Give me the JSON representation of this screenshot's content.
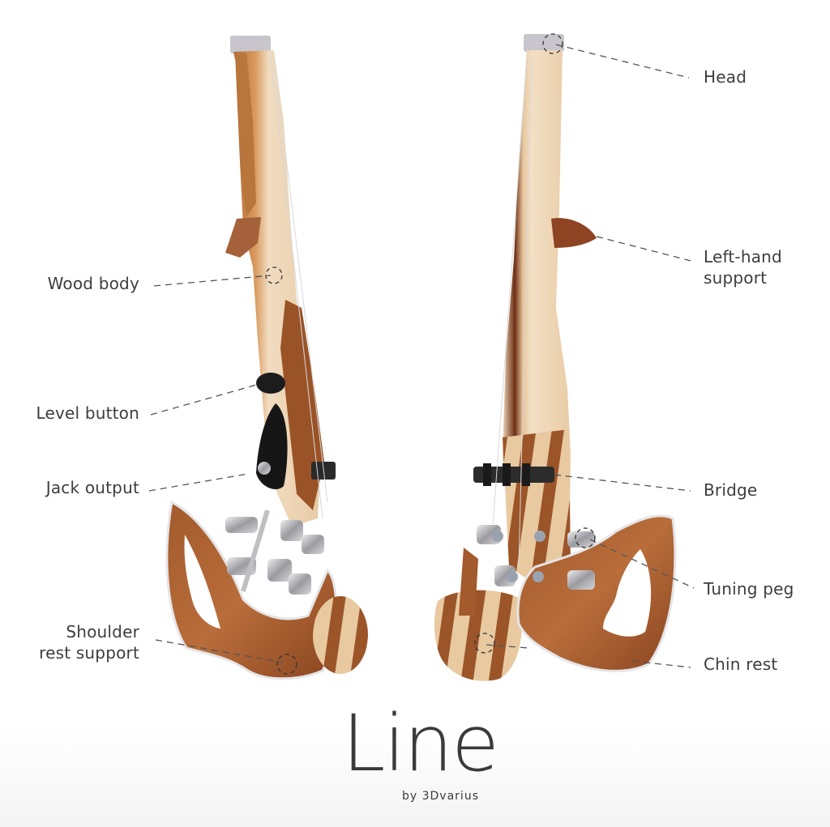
{
  "product": {
    "name": "Line",
    "maker_tagline": "by 3Dvarius"
  },
  "colors": {
    "light_wood": "#ecd2b0",
    "mid_wood": "#c98a52",
    "dark_wood": "#8a4a22",
    "metal": "#b9b9bd",
    "hardware_black": "#1e1e1e",
    "label_text": "#3d3d3d",
    "leader_line": "#555555"
  },
  "callouts_left": [
    {
      "id": "wood-body",
      "text": "Wood body"
    },
    {
      "id": "level-button",
      "text": "Level button"
    },
    {
      "id": "jack-output",
      "text": "Jack output"
    },
    {
      "id": "shoulder-rest-support",
      "line1": "Shoulder",
      "line2": "rest support"
    }
  ],
  "callouts_right": [
    {
      "id": "head",
      "text": "Head"
    },
    {
      "id": "left-hand-support",
      "line1": "Left-hand",
      "line2": "support"
    },
    {
      "id": "bridge",
      "text": "Bridge"
    },
    {
      "id": "tuning-peg",
      "text": "Tuning peg"
    },
    {
      "id": "chin-rest",
      "text": "Chin rest"
    }
  ]
}
